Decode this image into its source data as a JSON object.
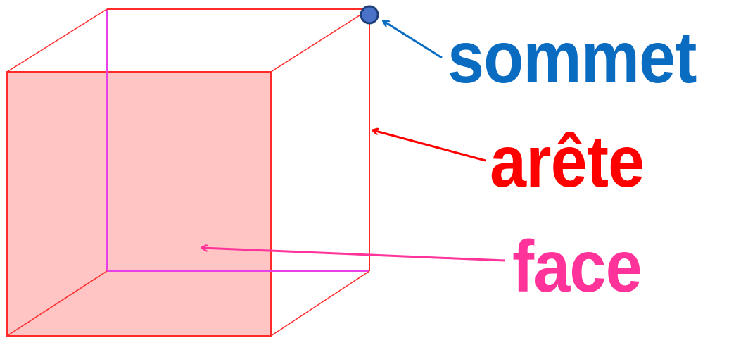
{
  "labels": {
    "sommet": "sommet",
    "arete": "arête",
    "face": "face"
  },
  "colors": {
    "background": "#ffffff",
    "sommet": "#0a6cc0",
    "arete": "#ff0000",
    "face": "#ff3399",
    "cube_edge": "#ff2a2a",
    "hidden_edge": "#e640e6",
    "front_face_fill": "#ffc4c4",
    "vertex_fill": "#4a72c8",
    "vertex_stroke": "#1f3f7a"
  }
}
